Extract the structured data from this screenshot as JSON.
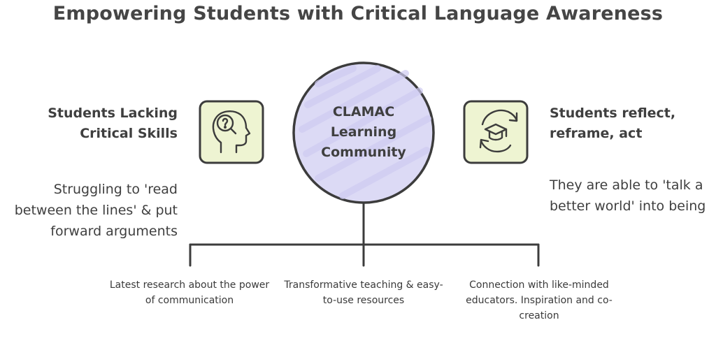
{
  "title": "Empowering Students with Critical Language Awareness",
  "center": {
    "line1": "CLAMAC",
    "line2": "Learning",
    "line3": "Community"
  },
  "left": {
    "heading": "Students Lacking Critical Skills",
    "description": "Struggling to 'read between the lines' & put forward arguments",
    "icon": "head-question-icon"
  },
  "right": {
    "heading": "Students reflect, reframe, act",
    "description": "They are able to 'talk a  better world' into being",
    "icon": "graduation-cap-cycle-icon"
  },
  "branches": [
    {
      "label": "Latest research about the power of communication"
    },
    {
      "label": "Transformative teaching & easy-to-use resources"
    },
    {
      "label": "Connection with like-minded educators. Inspiration and co-creation"
    }
  ],
  "colors": {
    "circle_fill": "#dcdaf5",
    "icon_box_fill": "#eef4d2",
    "stroke": "#3c3c3c"
  }
}
